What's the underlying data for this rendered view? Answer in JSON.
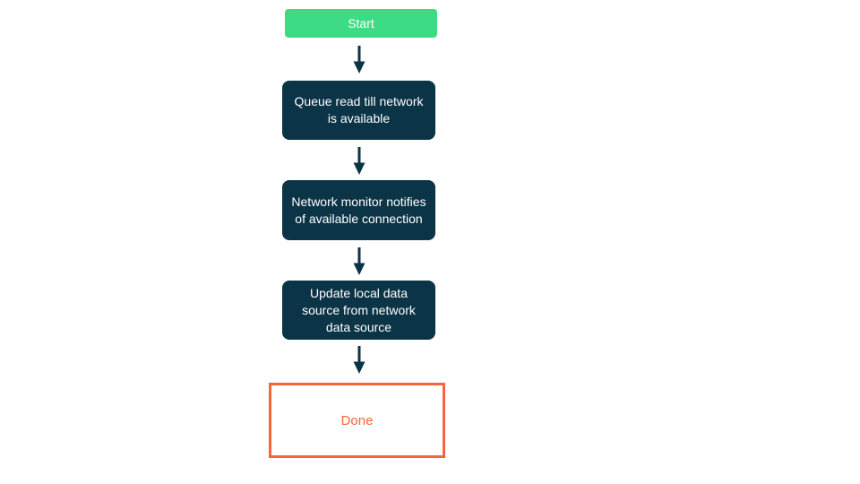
{
  "colors": {
    "canvas_bg": "#ffffff",
    "start_fill": "#3ddc84",
    "process_fill": "#0b3447",
    "node_text": "#ffffff",
    "arrow_color": "#0b3447",
    "done_border": "#f4673c",
    "done_text": "#f4673c"
  },
  "flowchart": {
    "type": "vertical-flowchart",
    "nodes": [
      {
        "id": "start",
        "type": "start",
        "label": "Start"
      },
      {
        "id": "queue",
        "type": "process",
        "label": "Queue read till network is available"
      },
      {
        "id": "monitor",
        "type": "process",
        "label": "Network monitor notifies of available connection"
      },
      {
        "id": "update",
        "type": "process",
        "label": "Update local data source from network data source"
      },
      {
        "id": "done",
        "type": "terminal",
        "label": "Done"
      }
    ],
    "edges": [
      {
        "from": "start",
        "to": "queue"
      },
      {
        "from": "queue",
        "to": "monitor"
      },
      {
        "from": "monitor",
        "to": "update"
      },
      {
        "from": "update",
        "to": "done"
      }
    ]
  }
}
